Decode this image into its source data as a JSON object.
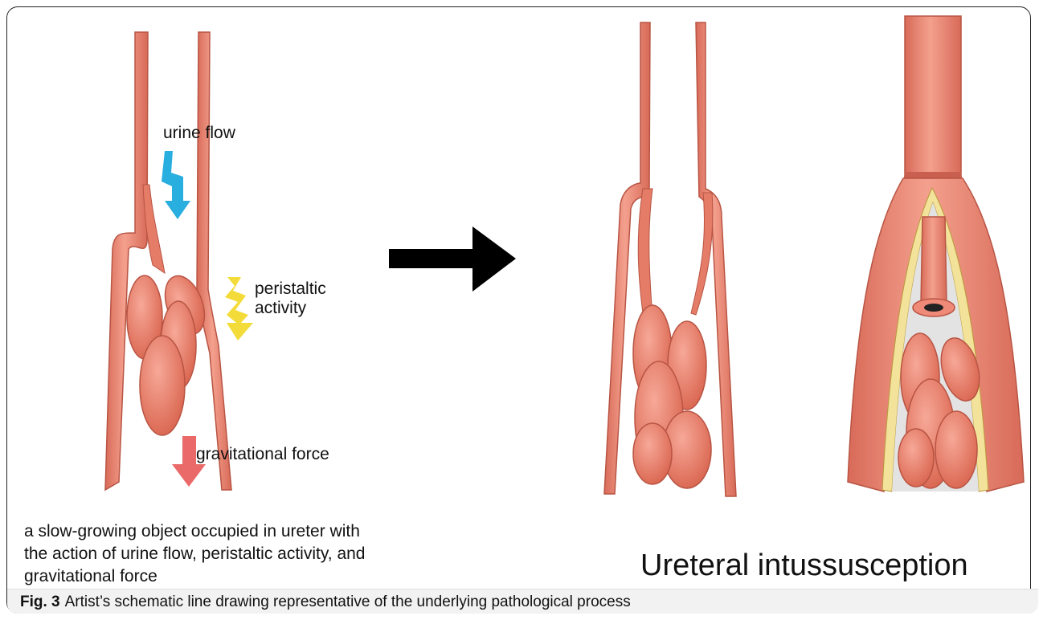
{
  "labels": {
    "urine_flow": "urine flow",
    "peristaltic_activity": "peristaltic activity",
    "gravitational_force": "gravitational force"
  },
  "description": "a slow-growing object occupied in ureter with the action of urine flow, peristaltic activity, and gravitational force",
  "title": "Ureteral intussusception",
  "caption": {
    "fig_label": "Fig. 3",
    "text": "Artist’s schematic line drawing representative of the underlying pathological process"
  },
  "colors": {
    "tissue": "#f08a78",
    "tissue_dark": "#c9604f",
    "urine_arrow": "#29aee0",
    "peristaltic_arrow": "#f3dc3a",
    "gravity_arrow": "#ea6a6a",
    "transition_arrow": "#000000",
    "wall_inner": "#f3e29a",
    "lumen": "#e3e3e3"
  }
}
